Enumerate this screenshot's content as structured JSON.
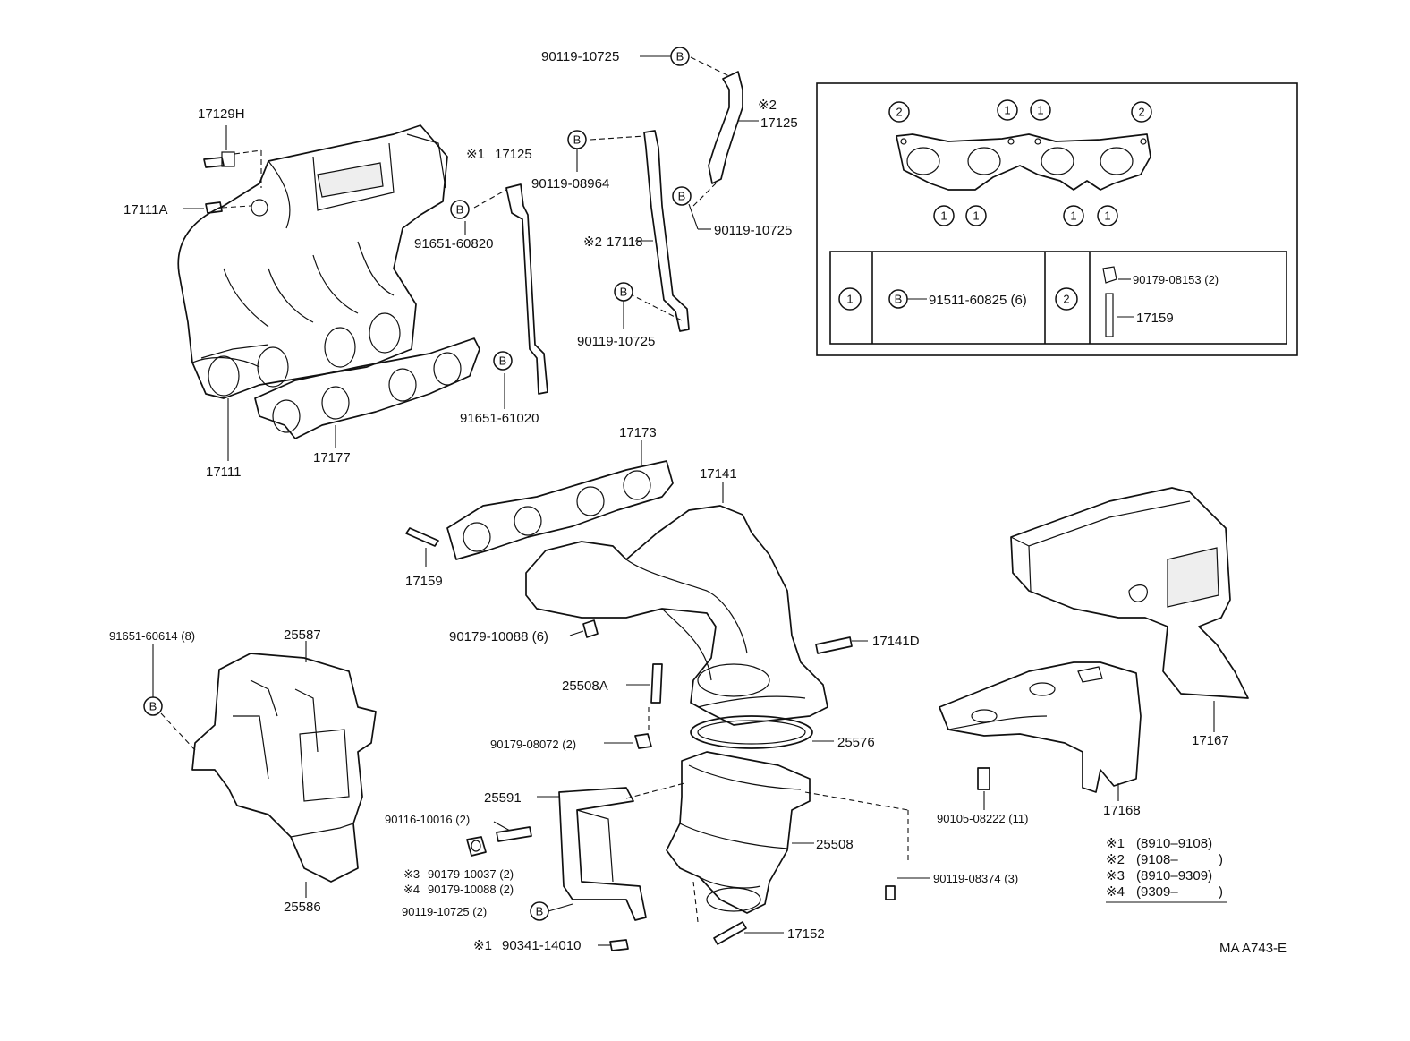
{
  "diagram": {
    "parts": {
      "p17129H": "17129H",
      "p17111A": "17111A",
      "p17111": "17111",
      "p17177": "17177",
      "p17125_1": "17125",
      "p17125_2": "17125",
      "p17118": "17118",
      "p90119_10725_top": "90119-10725",
      "p90119_08964": "90119-08964",
      "p91651_60820": "91651-60820",
      "p90119_10725_right": "90119-10725",
      "p90119_10725_mid": "90119-10725",
      "p91651_61020": "91651-61020",
      "p17173": "17173",
      "p17141": "17141",
      "p17159": "17159",
      "p90179_10088_6": "90179-10088 (6)",
      "p17141D": "17141D",
      "p25508A": "25508A",
      "p25576": "25576",
      "p90179_08072": "90179-08072 (2)",
      "p25591": "25591",
      "p90116_10016": "90116-10016 (2)",
      "p90179_10037": "90179-10037 (2)",
      "p90179_10088_2": "90179-10088 (2)",
      "p90119_10725_2": "90119-10725 (2)",
      "p90341_14010": "90341-14010",
      "p25508": "25508",
      "p17152": "17152",
      "p90119_08374": "90119-08374 (3)",
      "p91651_60614": "91651-60614 (8)",
      "p25587": "25587",
      "p25586": "25586",
      "p90105_08222": "90105-08222 (11)",
      "p17167": "17167",
      "p17168": "17168"
    },
    "markers": {
      "m1": "※1",
      "m2": "※2",
      "m3": "※3",
      "m4": "※4",
      "circle_b": "B",
      "circle_1": "1",
      "circle_2": "2"
    },
    "inset": {
      "row1_circle": "1",
      "row1_part": "91511-60825 (6)",
      "row2_circle": "2",
      "row2_part_a": "90179-08153 (2)",
      "row2_part_b": "17159"
    },
    "legend": {
      "l1": "(8910–9108)",
      "l2": "(9108–",
      "l3": "(8910–9309)",
      "l4": "(9309–",
      "close": ")"
    },
    "catalog_code": "MA A743-E"
  }
}
